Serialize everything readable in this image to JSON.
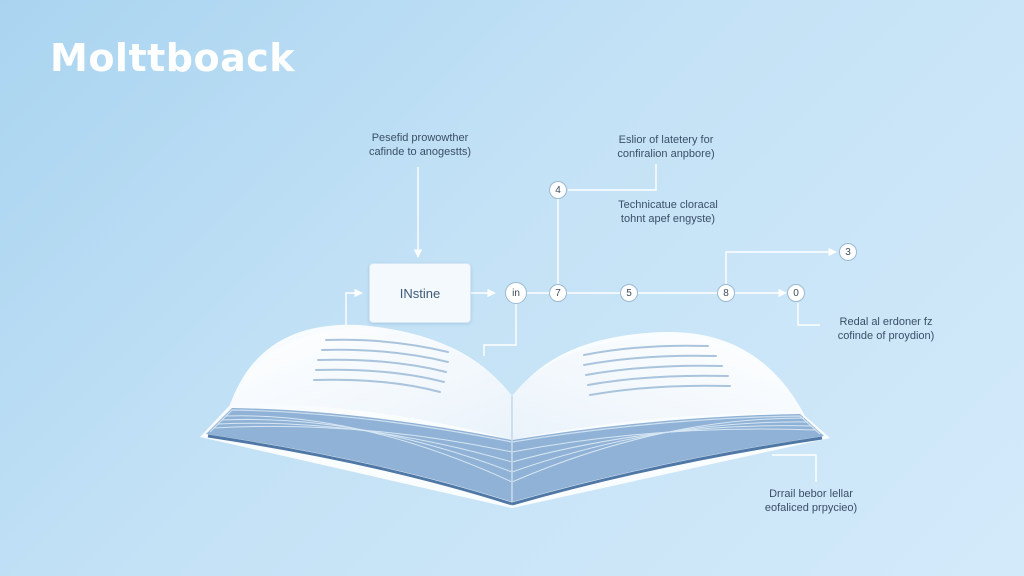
{
  "title": "Molttboack",
  "center_box": {
    "label": "INstine"
  },
  "nodes": {
    "in": "in",
    "n7": "7",
    "n4": "4",
    "n5": "5",
    "n8": "8",
    "n0": "0",
    "n3": "3"
  },
  "annotations": {
    "top_left": {
      "line1": "Pesefid prowowther",
      "line2": "cafinde to anogestts)"
    },
    "top_right": {
      "line1": "Eslior of latetery for",
      "line2": "confiralion anpbore)"
    },
    "mid": {
      "line1": "Technicatue cloracal",
      "line2": "tohnt apef engyste)"
    },
    "right": {
      "line1": "Redal al erdoner fz",
      "line2": "cofinde of proydion)"
    },
    "bottom_right": {
      "line1": "Drrail bebor lellar",
      "line2": "eofaliced prpycieo)"
    }
  },
  "colors": {
    "background": "#b9dcf3",
    "line": "#ffffff",
    "text": "#3a4f66",
    "book_edge": "#5d86b2"
  }
}
